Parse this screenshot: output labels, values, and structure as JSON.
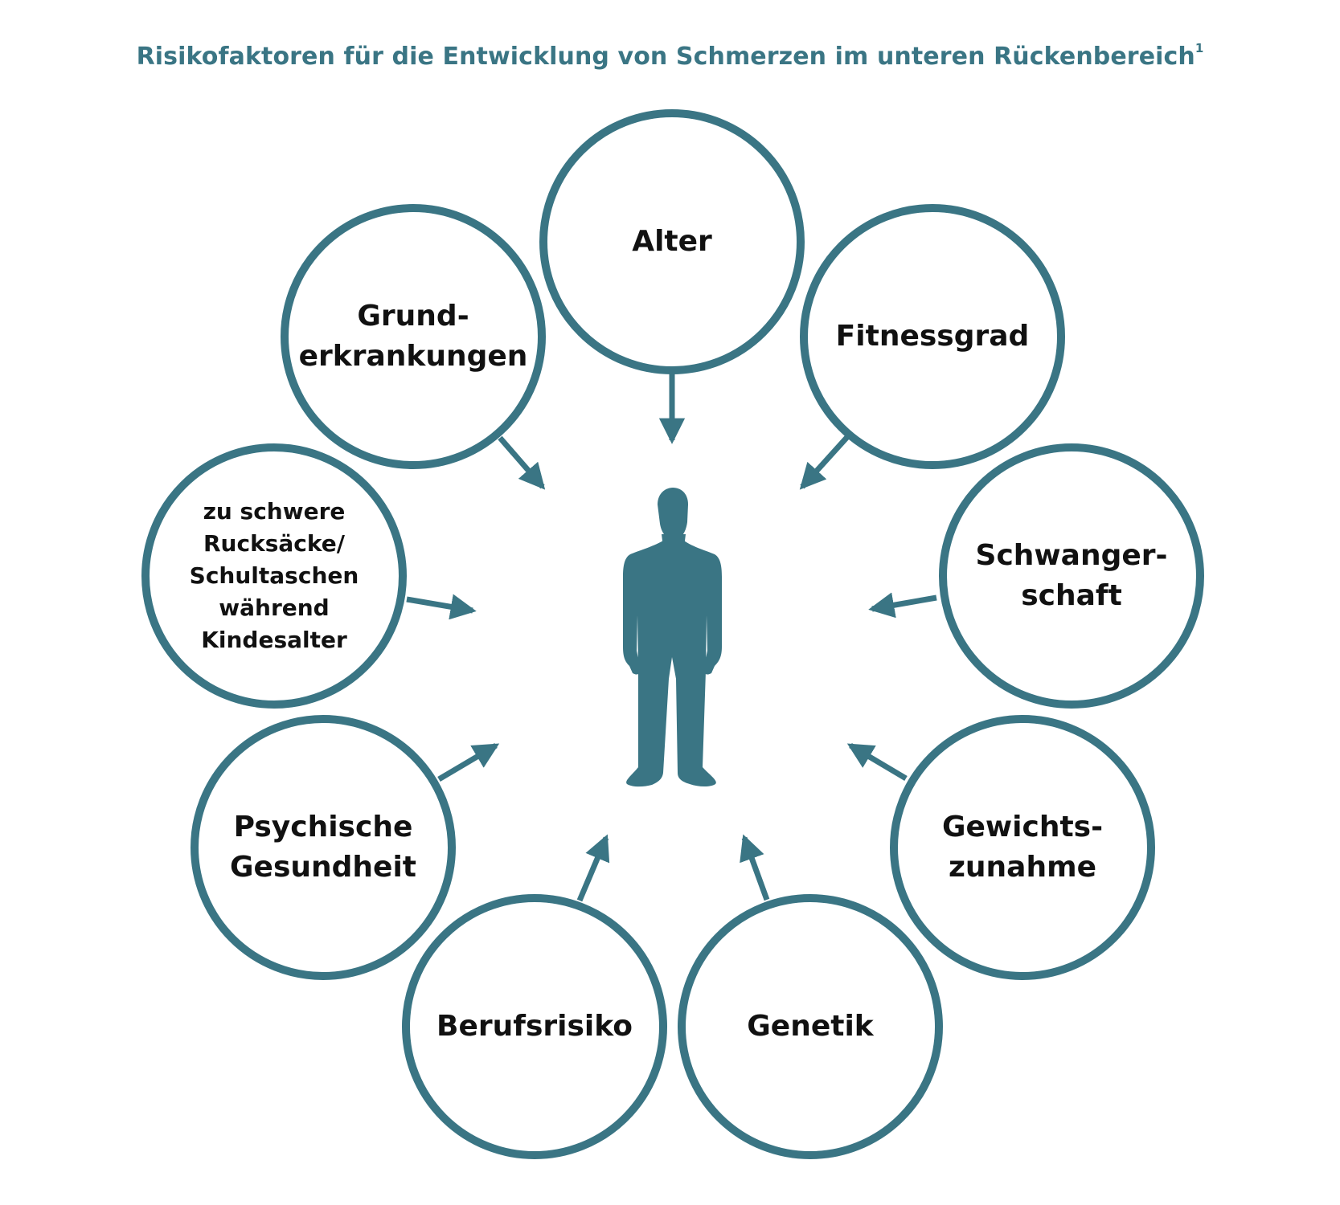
{
  "title": {
    "text": "Risikofaktoren für die Entwicklung von Schmerzen im unteren Rückenbereich",
    "footnote": "1"
  },
  "colors": {
    "accent": "#3a7584",
    "text": "#111111",
    "background": "#ffffff"
  },
  "center_icon": "person-silhouette-icon",
  "factors": [
    {
      "id": "alter",
      "label": "Alter"
    },
    {
      "id": "fitnessgrad",
      "label": "Fitnessgrad"
    },
    {
      "id": "schwangerschaft",
      "label": "Schwanger-\nschaft"
    },
    {
      "id": "gewichtszunahme",
      "label": "Gewichts-\nzunahme"
    },
    {
      "id": "genetik",
      "label": "Genetik"
    },
    {
      "id": "berufsrisiko",
      "label": "Berufsrisiko"
    },
    {
      "id": "psychische-gesundheit",
      "label": "Psychische\nGesundheit"
    },
    {
      "id": "rucksaecke",
      "label": "zu schwere\nRucksäcke/\nSchultaschen\nwährend\nKindesalter"
    },
    {
      "id": "grunderkrankungen",
      "label": "Grund-\nerkrankungen"
    }
  ]
}
